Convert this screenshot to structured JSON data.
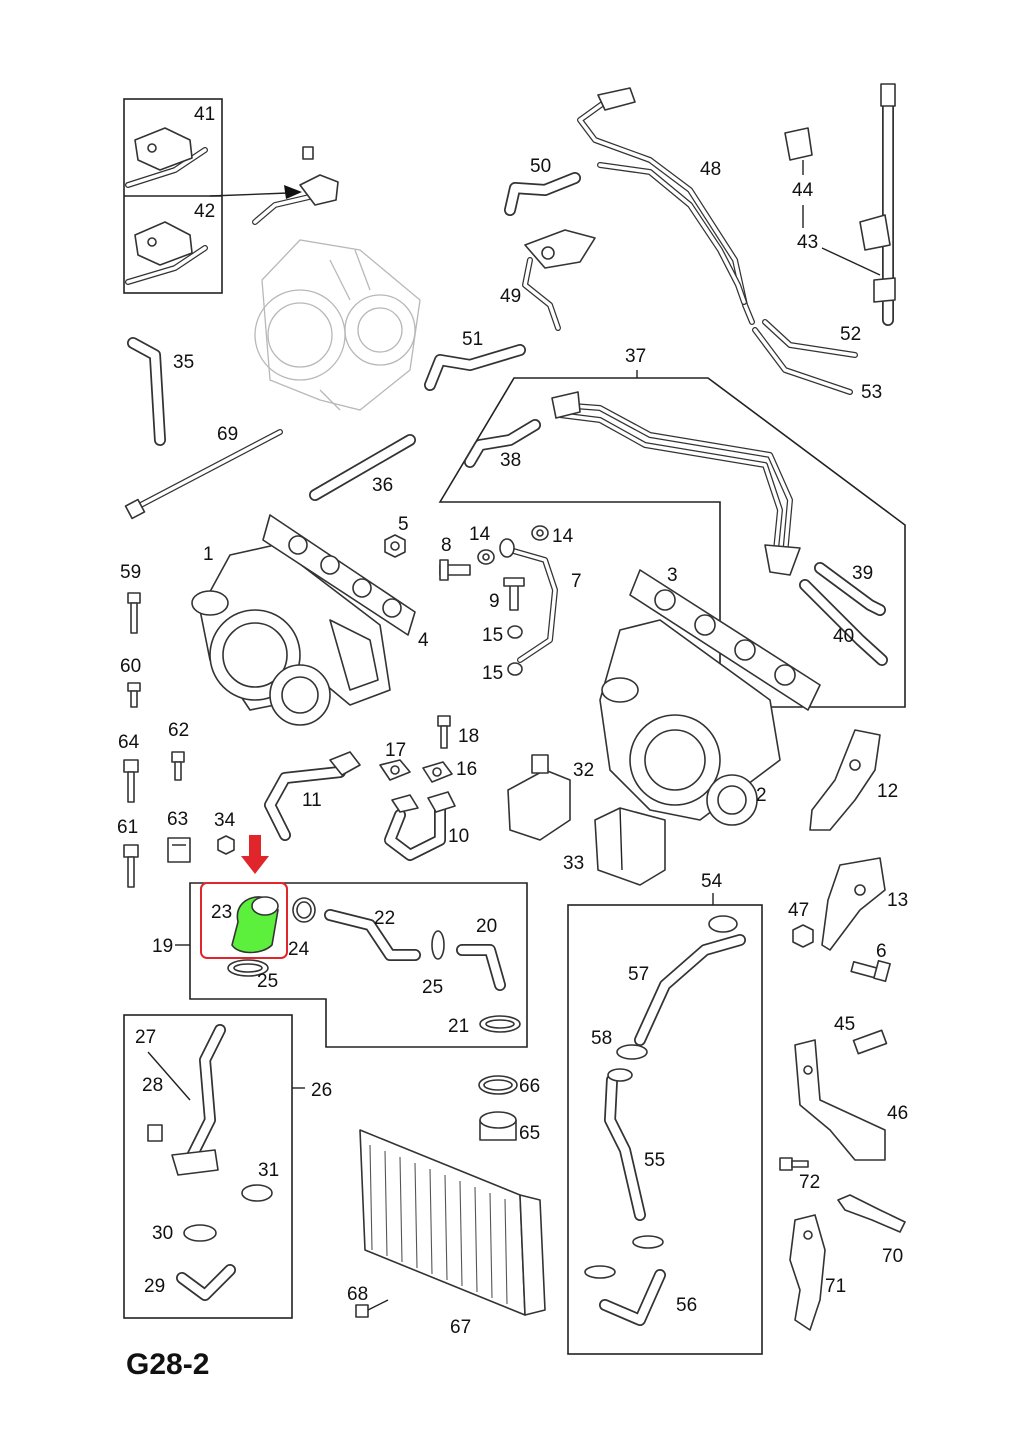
{
  "sheet": {
    "code": "G28-2"
  },
  "labels": {
    "p1": "1",
    "p2": "2",
    "p3": "3",
    "p4": "4",
    "p5": "5",
    "p6": "6",
    "p7": "7",
    "p8": "8",
    "p9": "9",
    "p10": "10",
    "p11": "11",
    "p12": "12",
    "p13": "13",
    "p14a": "14",
    "p14b": "14",
    "p15a": "15",
    "p15b": "15",
    "p16": "16",
    "p17": "17",
    "p18": "18",
    "p19": "19",
    "p20": "20",
    "p21": "21",
    "p22": "22",
    "p23": "23",
    "p24": "24",
    "p25a": "25",
    "p25b": "25",
    "p26": "26",
    "p27": "27",
    "p28": "28",
    "p29": "29",
    "p30": "30",
    "p31": "31",
    "p32": "32",
    "p33": "33",
    "p34": "34",
    "p35": "35",
    "p36": "36",
    "p37": "37",
    "p38": "38",
    "p39": "39",
    "p40": "40",
    "p41": "41",
    "p42": "42",
    "p43": "43",
    "p44": "44",
    "p45": "45",
    "p46": "46",
    "p47": "47",
    "p48": "48",
    "p49": "49",
    "p50": "50",
    "p51": "51",
    "p52": "52",
    "p53": "53",
    "p54": "54",
    "p55": "55",
    "p56": "56",
    "p57": "57",
    "p58": "58",
    "p59": "59",
    "p60": "60",
    "p61": "61",
    "p62": "62",
    "p63": "63",
    "p64": "64",
    "p65": "65",
    "p66": "66",
    "p67": "67",
    "p68": "68",
    "p69": "69",
    "p70": "70",
    "p71": "71",
    "p72": "72"
  },
  "highlight": {
    "part": "23",
    "fill_color": "#5cf03c",
    "frame_color": "#e0252b",
    "arrow_color": "#e0252b"
  },
  "colors": {
    "line": "#333333",
    "background": "#ffffff",
    "ghost": "#b8b8b8"
  }
}
